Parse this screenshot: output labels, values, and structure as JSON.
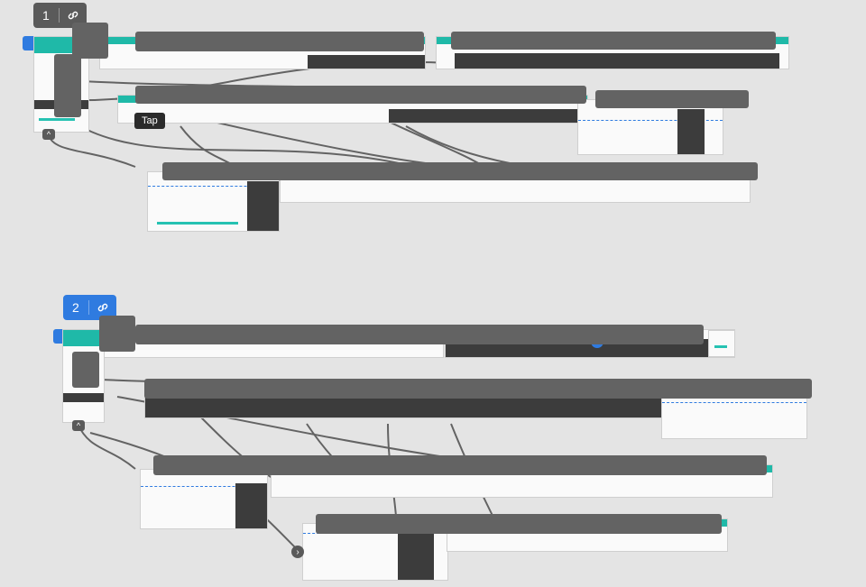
{
  "canvas": {
    "background": "#e4e4e4"
  },
  "flows": [
    {
      "number": "1",
      "badge_color": "#5a5a5a",
      "link_icon": "link-icon",
      "collapse_icon": "chevron-up-icon"
    },
    {
      "number": "2",
      "badge_color": "#2f7be0",
      "link_icon": "link-icon",
      "collapse_icon": "chevron-up-icon"
    }
  ],
  "tooltip": {
    "label": "Tap"
  },
  "colors": {
    "accent": "#2f7be0",
    "teal": "#26c2b2",
    "wire": "#636363"
  }
}
